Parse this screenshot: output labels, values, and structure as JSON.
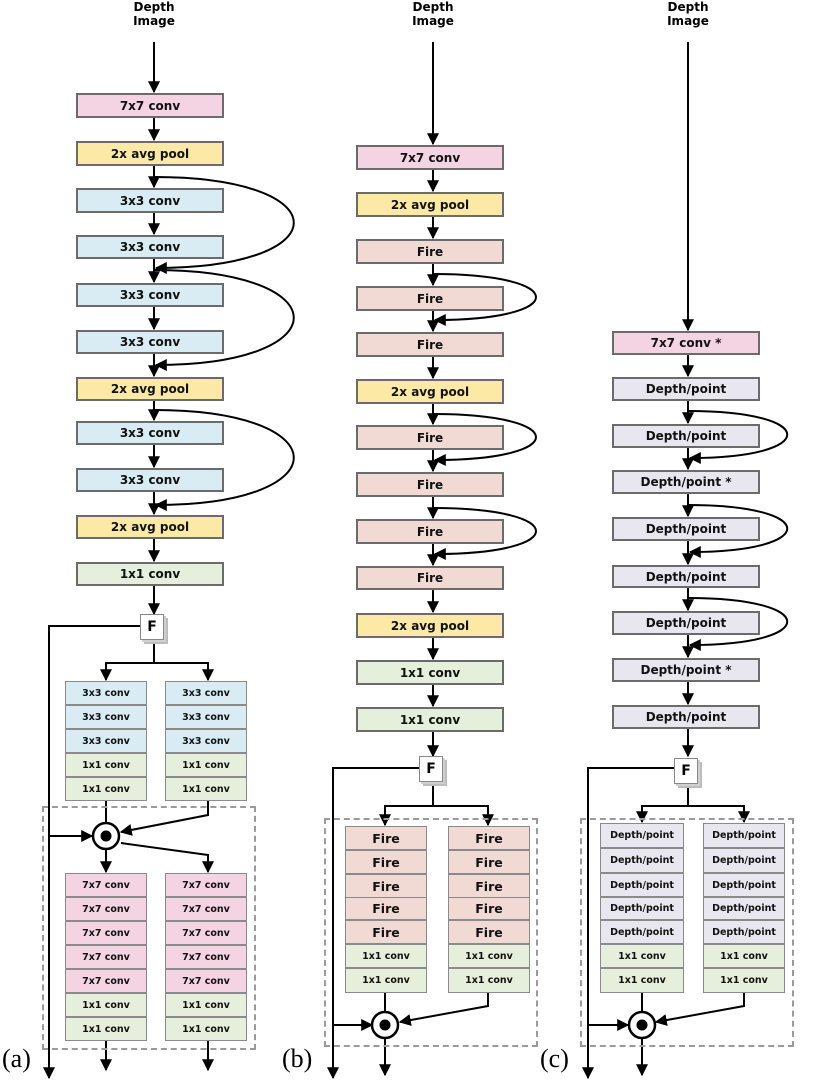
{
  "panels": {
    "a": {
      "label": "(a)",
      "input": "Depth Image",
      "backbone": [
        "7x7 conv",
        "2x avg pool",
        "3x3 conv",
        "3x3 conv",
        "3x3 conv",
        "3x3 conv",
        "2x avg pool",
        "3x3 conv",
        "3x3 conv",
        "2x avg pool",
        "1x1 conv"
      ],
      "fusion": "F",
      "branch_top": [
        "3x3 conv",
        "3x3 conv",
        "3x3 conv",
        "1x1 conv",
        "1x1 conv"
      ],
      "branch_bottom": [
        "7x7 conv",
        "7x7 conv",
        "7x7 conv",
        "7x7 conv",
        "7x7 conv",
        "1x1 conv",
        "1x1 conv"
      ]
    },
    "b": {
      "label": "(b)",
      "input": "Depth Image",
      "backbone": [
        "7x7 conv",
        "2x avg pool",
        "Fire",
        "Fire",
        "Fire",
        "2x avg pool",
        "Fire",
        "Fire",
        "Fire",
        "Fire",
        "2x avg pool",
        "1x1 conv",
        "1x1 conv"
      ],
      "fusion": "F",
      "branch": [
        "Fire",
        "Fire",
        "Fire",
        "Fire",
        "Fire",
        "1x1 conv",
        "1x1 conv"
      ]
    },
    "c": {
      "label": "(c)",
      "input": "Depth Image",
      "backbone": [
        "7x7 conv *",
        "Depth/point",
        "Depth/point",
        "Depth/point *",
        "Depth/point",
        "Depth/point",
        "Depth/point",
        "Depth/point *",
        "Depth/point"
      ],
      "fusion": "F",
      "branch": [
        "Depth/point",
        "Depth/point",
        "Depth/point",
        "Depth/point",
        "Depth/point",
        "1x1 conv",
        "1x1 conv"
      ]
    }
  }
}
